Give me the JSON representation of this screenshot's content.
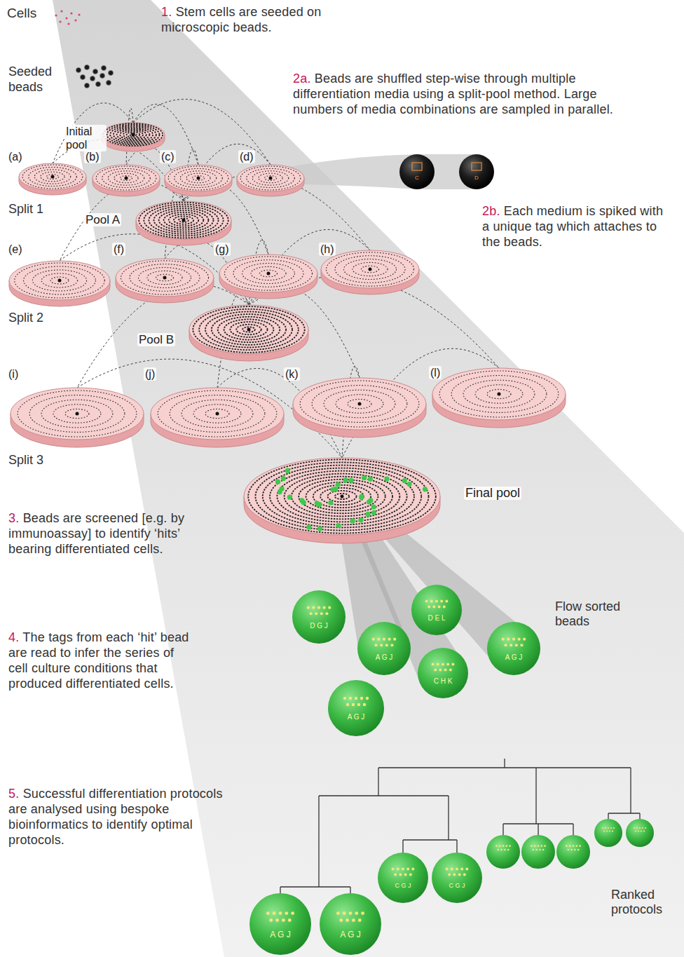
{
  "diagram": {
    "nodes": [
      {
        "text": [
          "Initial pool"
        ]
      },
      {
        "text": [
          "(a)"
        ]
      },
      {
        "text": [
          "(b)"
        ]
      },
      {
        "text": [
          "(c)"
        ]
      },
      {
        "text": [
          "(d)"
        ]
      },
      {
        "text": [
          "Pool A"
        ]
      },
      {
        "text": [
          "(e)"
        ]
      },
      {
        "text": [
          "(f)"
        ]
      },
      {
        "text": [
          "(g)"
        ]
      },
      {
        "text": [
          "(h)"
        ]
      },
      {
        "text": [
          "Pool B"
        ]
      },
      {
        "text": [
          "(i)"
        ]
      },
      {
        "text": [
          "(j)"
        ]
      },
      {
        "text": [
          "(k)"
        ]
      },
      {
        "text": [
          "(l)"
        ]
      },
      {
        "text": [
          "Final pool"
        ]
      }
    ],
    "edges": [
      {
        "from": 0,
        "to": 1,
        "arrow": "none"
      },
      {
        "from": 0,
        "to": 2,
        "arrow": "none"
      },
      {
        "from": 0,
        "to": 3,
        "arrow": "none"
      },
      {
        "from": 0,
        "to": 4,
        "arrow": "none"
      },
      {
        "from": 1,
        "to": 5,
        "arrow": "none"
      },
      {
        "from": 2,
        "to": 5,
        "arrow": "none"
      },
      {
        "from": 3,
        "to": 5,
        "arrow": "none"
      },
      {
        "from": 4,
        "to": 5,
        "arrow": "none"
      },
      {
        "from": 5,
        "to": 6,
        "arrow": "none"
      },
      {
        "from": 5,
        "to": 7,
        "arrow": "none"
      },
      {
        "from": 5,
        "to": 8,
        "arrow": "none"
      },
      {
        "from": 5,
        "to": 9,
        "arrow": "none"
      },
      {
        "from": 6,
        "to": 10,
        "arrow": "none"
      },
      {
        "from": 7,
        "to": 10,
        "arrow": "none"
      },
      {
        "from": 8,
        "to": 10,
        "arrow": "none"
      },
      {
        "from": 9,
        "to": 10,
        "arrow": "none"
      },
      {
        "from": 10,
        "to": 11,
        "arrow": "none"
      },
      {
        "from": 10,
        "to": 12,
        "arrow": "none"
      },
      {
        "from": 10,
        "to": 13,
        "arrow": "none"
      },
      {
        "from": 10,
        "to": 14,
        "arrow": "none"
      },
      {
        "from": 11,
        "to": 15,
        "arrow": "none"
      },
      {
        "from": 12,
        "to": 15,
        "arrow": "none"
      },
      {
        "from": 13,
        "to": 15,
        "arrow": "none"
      },
      {
        "from": 14,
        "to": 15,
        "arrow": "none"
      }
    ],
    "labels": [
      "Cells",
      "1.",
      "Stem cells are seeded on microscopic beads.",
      "Seeded beads",
      "2a.",
      "Beads are shuffled step-wise through multiple differentiation media using a split-pool method. Large numbers of media combinations are sampled in parallel.",
      "C",
      "D",
      "2b.",
      "Each medium is spiked with a unique tag which attaches to the beads.",
      "Split 1",
      "Split 2",
      "Split 3",
      "3.",
      "Beads are screened [e.g. by immunoassay] to identify ‘hits’ bearing differentiated cells.",
      "Flow sorted beads",
      "D G J",
      "D E L",
      "A G J",
      "A G J",
      "C H K",
      "4.",
      "The tags from each ‘hit’ bead are read to infer the series of cell culture conditions that produced differentiated cells.",
      "A G J",
      "5.",
      "Successful differentiation protocols are analysed using bespoke bioinformatics to identify optimal protocols.",
      "C G J",
      "C G J",
      "Ranked protocols",
      "A G J",
      "A G J"
    ]
  }
}
